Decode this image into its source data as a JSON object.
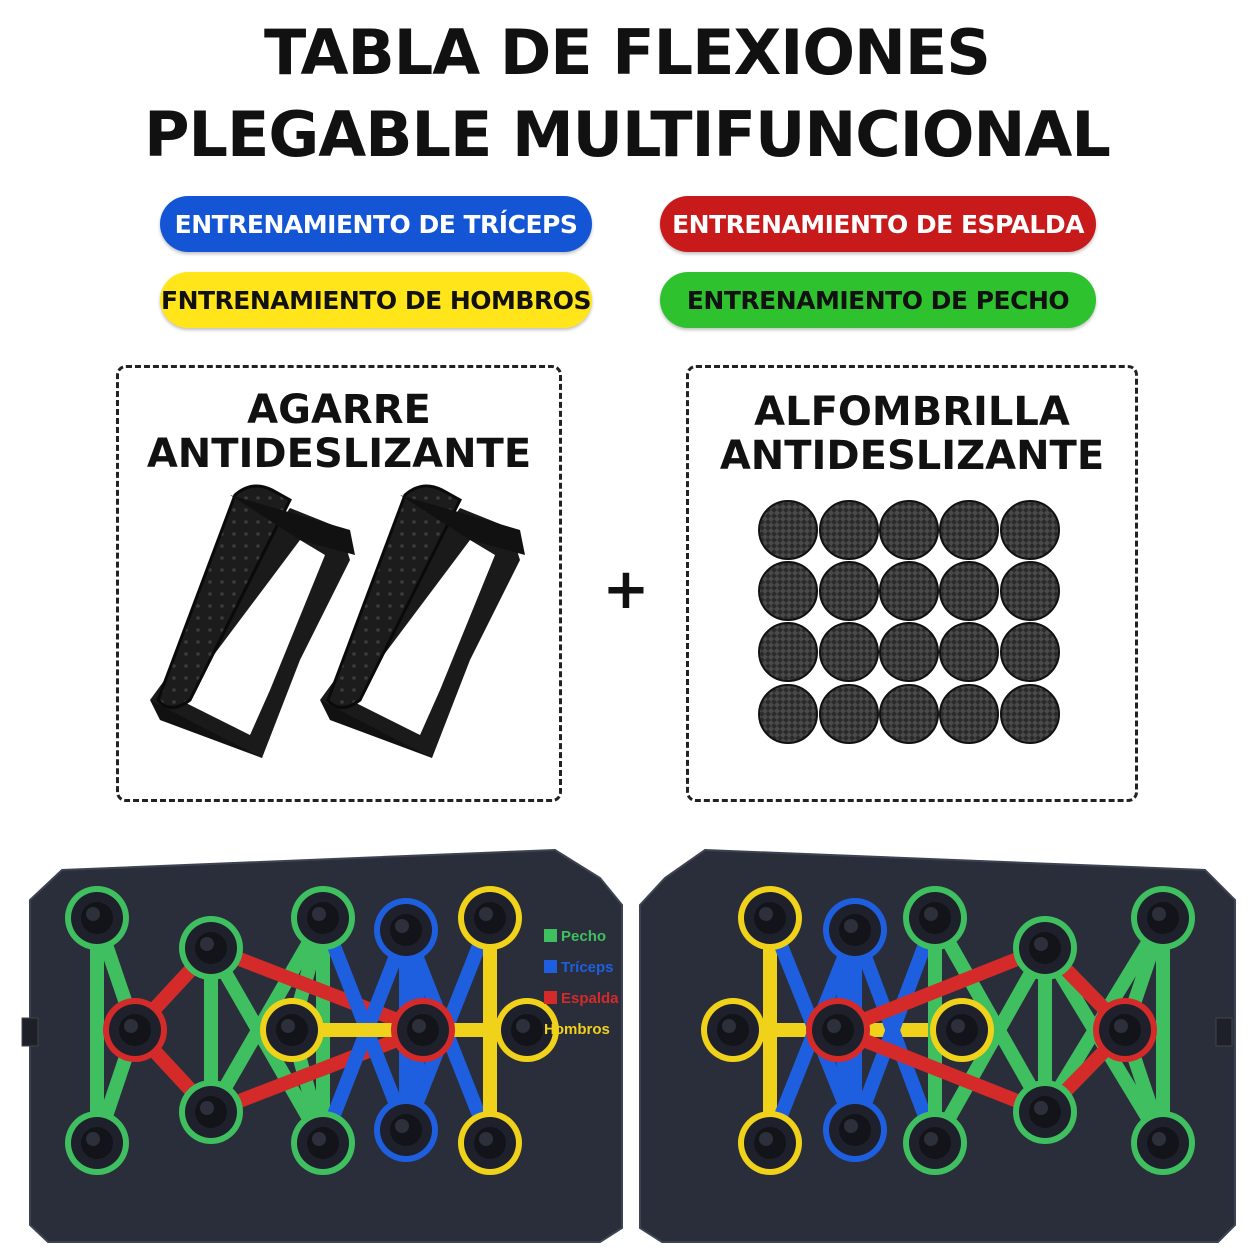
{
  "title": {
    "line1": "TABLA DE FLEXIONES",
    "line2": "PLEGABLE MULTIFUNCIONAL"
  },
  "tags": {
    "triceps": "ENTRENAMIENTO DE TRÍCEPS",
    "espalda": "ENTRENAMIENTO DE ESPALDA",
    "hombros": "FNTRENAMIENTO DE HOMBROS",
    "pecho": "ENTRENAMIENTO DE PECHO"
  },
  "accessories": {
    "grip": {
      "line1": "AGARRE",
      "line2": "ANTIDESLIZANTE"
    },
    "plus": "+",
    "mat": {
      "line1": "ALFOMBRILLA",
      "line2": "ANTIDESLIZANTE"
    }
  },
  "legend": [
    {
      "label": "Pecho",
      "color": "#3fbf5f"
    },
    {
      "label": "Tríceps",
      "color": "#1e5fe0"
    },
    {
      "label": "Espalda",
      "color": "#d42a2a"
    },
    {
      "label": "Hombros",
      "color": "#f0d21a"
    }
  ],
  "colors": {
    "blue": "#1455d6",
    "red": "#c81a1a",
    "yellow": "#ffe51a",
    "green": "#2fc22f",
    "board": "#2a2e3a"
  },
  "icons": {
    "grip": "push-up-handle-icon",
    "pad": "anti-slip-pad-icon"
  }
}
